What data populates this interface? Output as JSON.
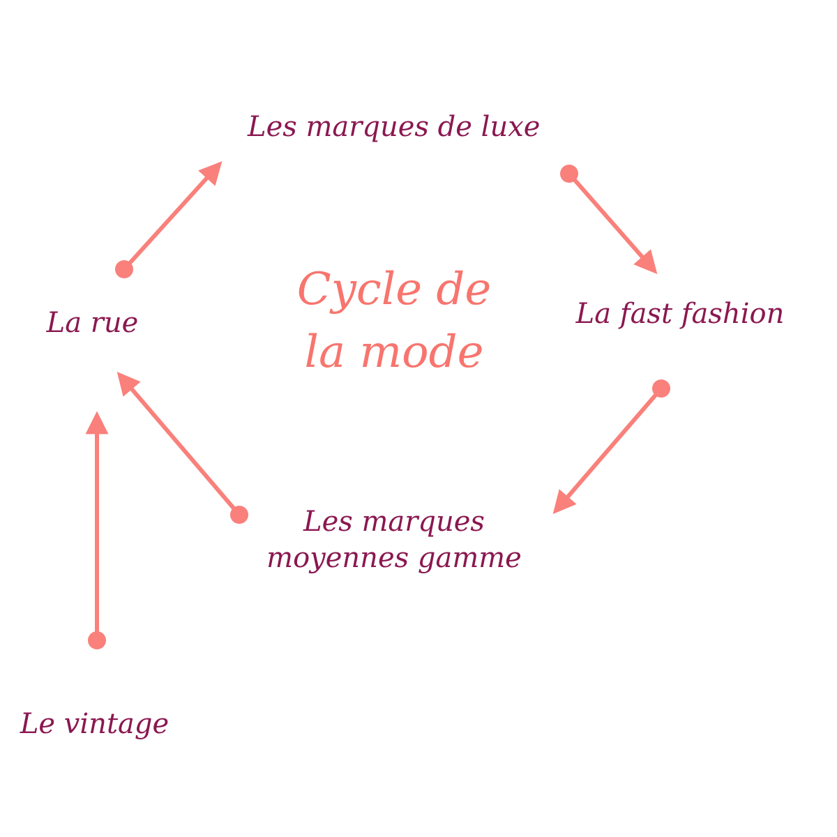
{
  "colors": {
    "title": "#F7756E",
    "label": "#8A1850",
    "arrow": "#F9807B",
    "background": "#FFFFFF"
  },
  "title": {
    "line1": "Cycle de",
    "line2": "la mode"
  },
  "nodes": {
    "luxe": "Les marques de luxe",
    "fast_fashion": "La fast fashion",
    "moyennes_line1": "Les marques",
    "moyennes_line2": "moyennes gamme",
    "rue": "La rue",
    "vintage": "Le vintage"
  },
  "flows": [
    {
      "from": "La rue",
      "to": "Les marques de luxe"
    },
    {
      "from": "Les marques de luxe",
      "to": "La fast fashion"
    },
    {
      "from": "La fast fashion",
      "to": "Les marques moyennes gamme"
    },
    {
      "from": "Les marques moyennes gamme",
      "to": "La rue"
    },
    {
      "from": "Le vintage",
      "to": "La rue"
    }
  ]
}
